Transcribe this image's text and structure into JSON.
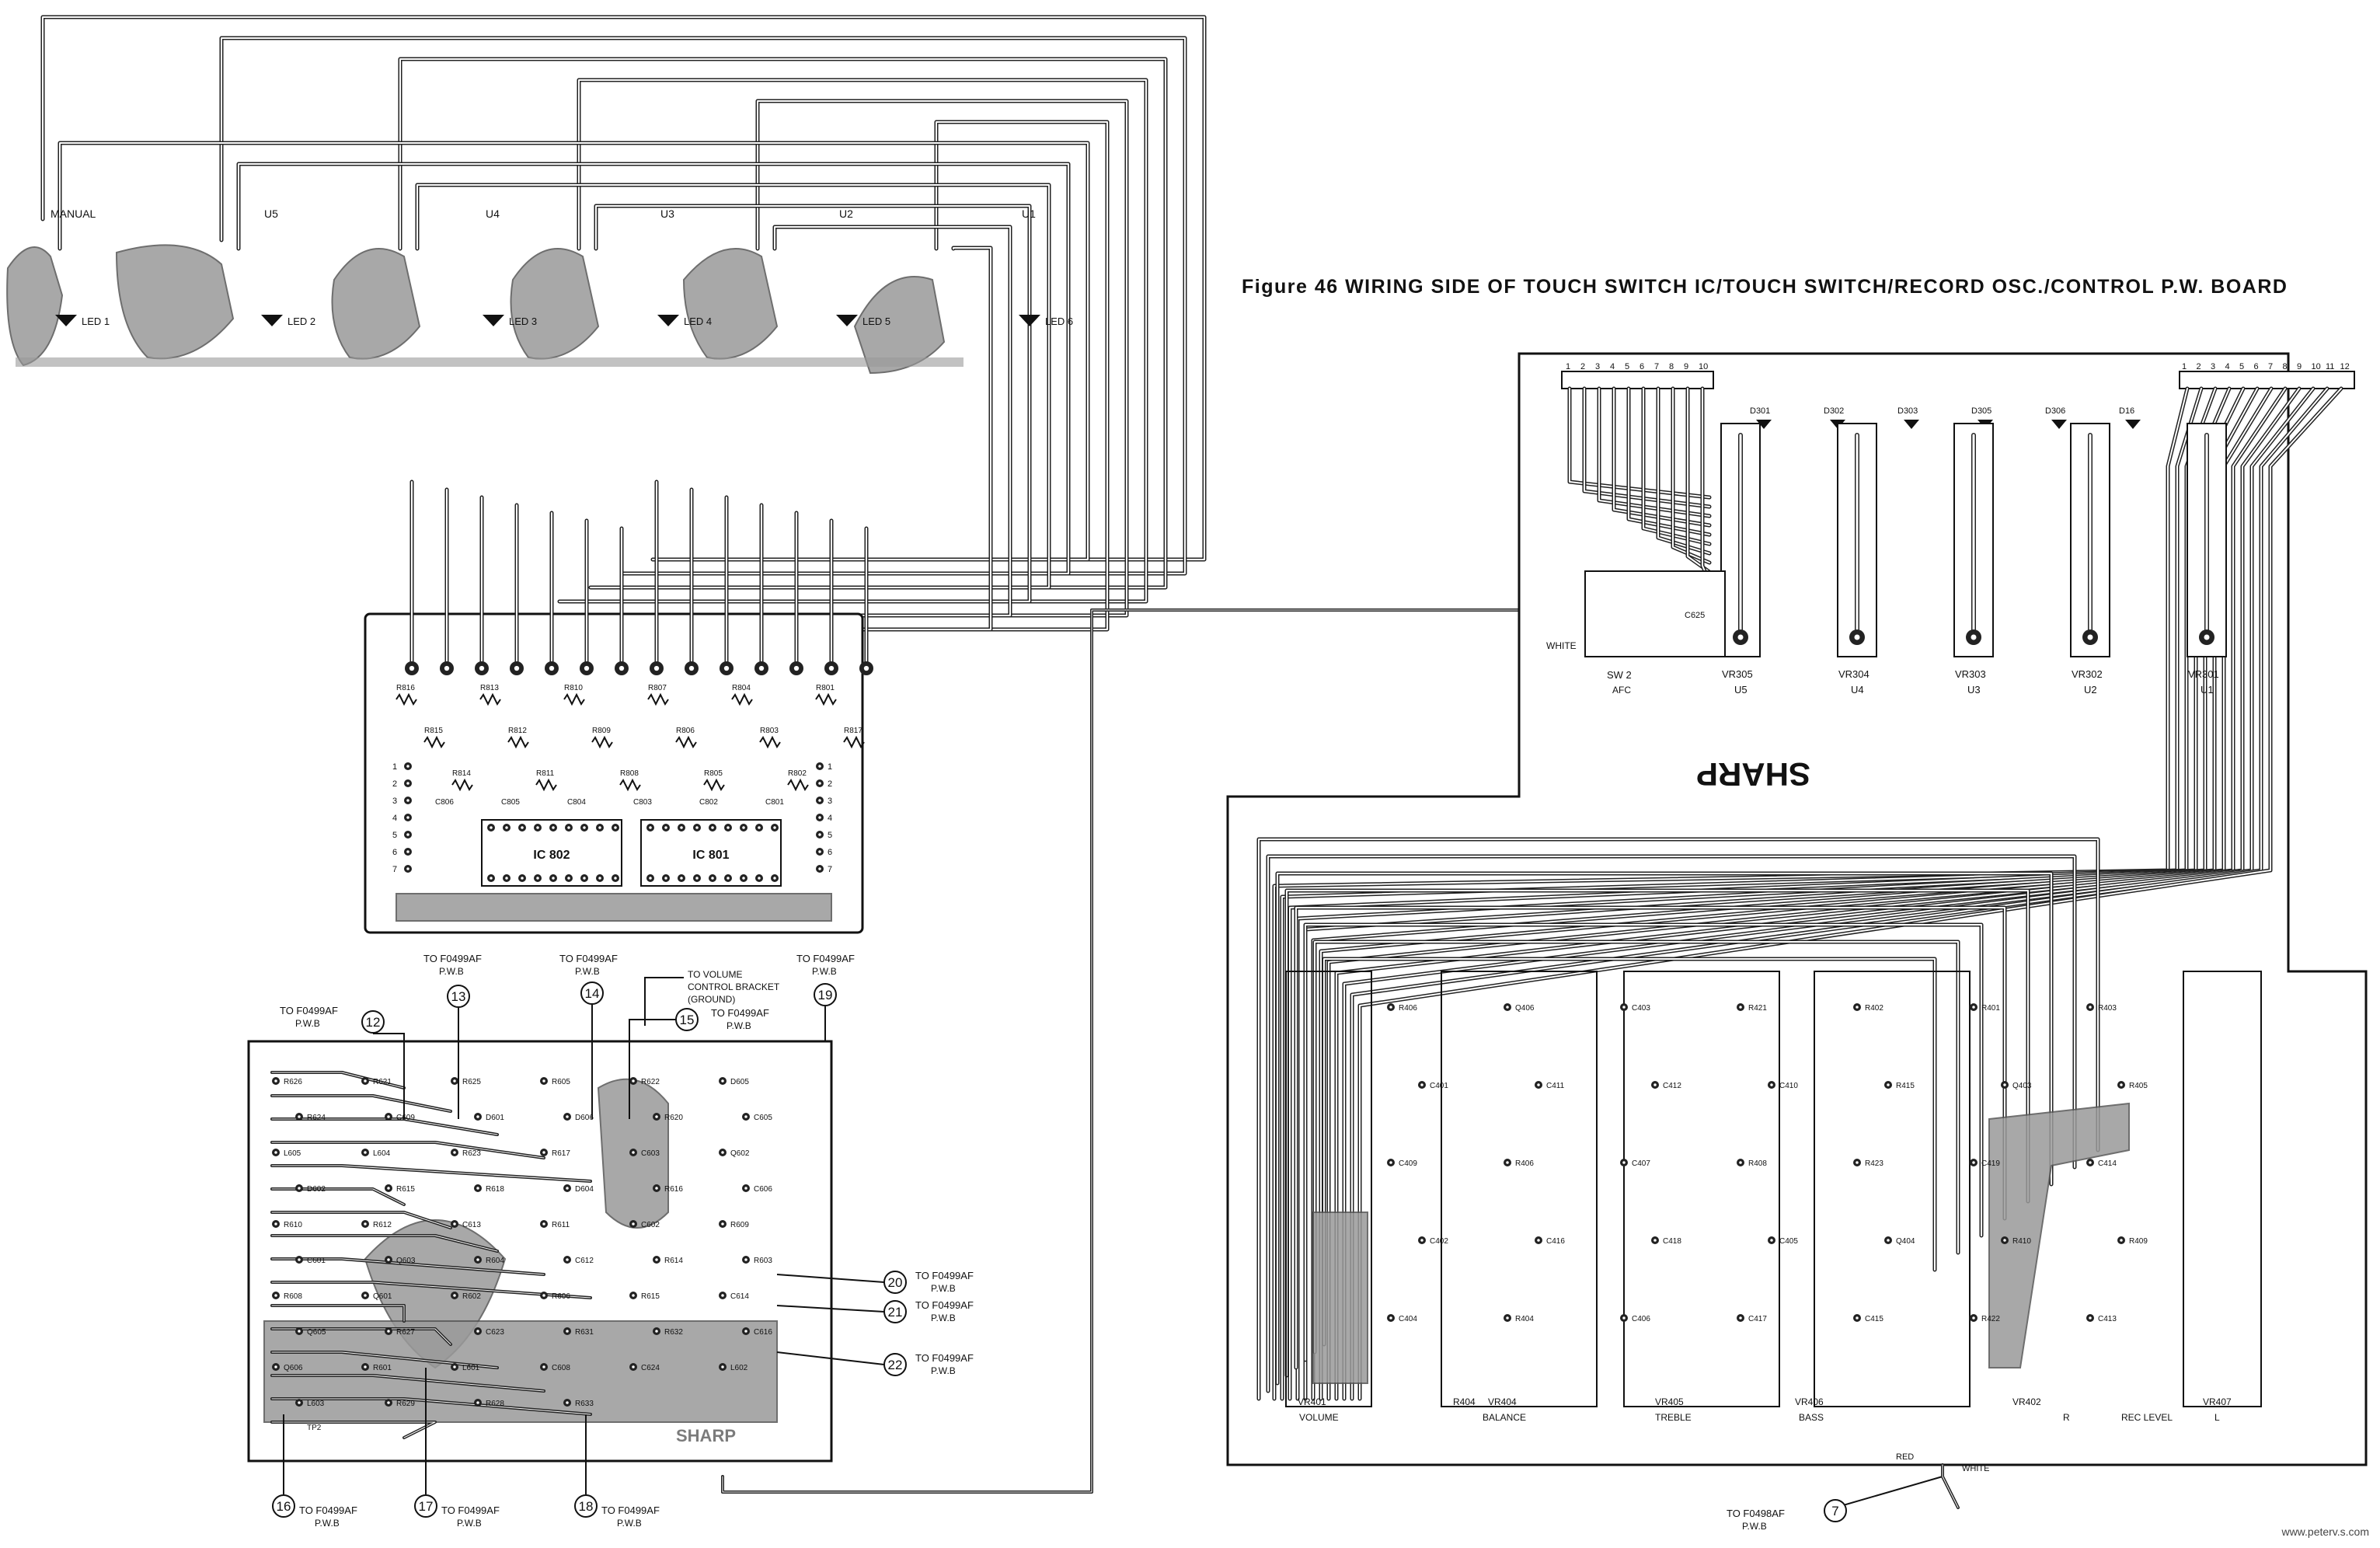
{
  "title": "Figure 46 WIRING SIDE OF TOUCH SWITCH IC/TOUCH SWITCH/RECORD OSC./CONTROL P.W. BOARD",
  "watermark": "www.peterv.s.com",
  "touch_switch": {
    "labels": [
      "MANUAL",
      "U5",
      "U4",
      "U3",
      "U2",
      "U1"
    ],
    "leds": [
      "LED 1",
      "LED 2",
      "LED 3",
      "LED 4",
      "LED 5",
      "LED 6"
    ]
  },
  "ic_board": {
    "ics": [
      "IC 802",
      "IC 801"
    ],
    "resistors": [
      "R816",
      "R815",
      "R814",
      "R813",
      "R812",
      "R811",
      "R810",
      "R809",
      "R808",
      "R807",
      "R806",
      "R805",
      "R804",
      "R803",
      "R802",
      "R801",
      "R817"
    ],
    "capacitors": [
      "C806",
      "C805",
      "C804",
      "C803",
      "C802",
      "C801"
    ],
    "pins_left": [
      "1",
      "2",
      "3",
      "4",
      "5",
      "6",
      "7"
    ],
    "pins_right": [
      "1",
      "2",
      "3",
      "4",
      "5",
      "6",
      "7"
    ]
  },
  "osc_board": {
    "components": [
      "R626",
      "R621",
      "R625",
      "R605",
      "R622",
      "D605",
      "R624",
      "C609",
      "D601",
      "D606",
      "R620",
      "C605",
      "L605",
      "L604",
      "R623",
      "R617",
      "C603",
      "Q602",
      "D602",
      "R615",
      "R618",
      "D604",
      "R616",
      "C606",
      "R610",
      "R612",
      "C613",
      "R611",
      "C602",
      "R609",
      "C601",
      "Q603",
      "R604",
      "C612",
      "R614",
      "R603",
      "R608",
      "Q601",
      "R602",
      "R606",
      "R615",
      "C614",
      "Q605",
      "R627",
      "C623",
      "R631",
      "R632",
      "C616",
      "Q606",
      "R601",
      "L601",
      "C608",
      "C624",
      "L602",
      "L603",
      "R629",
      "R628",
      "R633"
    ],
    "sharp": "SHARP",
    "tp": "TP2"
  },
  "control_board": {
    "connector_a_pins": [
      "1",
      "2",
      "3",
      "4",
      "5",
      "6",
      "7",
      "8",
      "9",
      "10"
    ],
    "connector_b_pins": [
      "1",
      "2",
      "3",
      "4",
      "5",
      "6",
      "7",
      "8",
      "9",
      "10",
      "11",
      "12"
    ],
    "diodes": [
      "D301",
      "D302",
      "D303",
      "D305",
      "D306",
      "D16"
    ],
    "vr_top": [
      "VR305",
      "VR304",
      "VR303",
      "VR302",
      "VR301"
    ],
    "u_top": [
      "U5",
      "U4",
      "U3",
      "U2",
      "U1"
    ],
    "sw2": "SW 2",
    "afc": "AFC",
    "white_top": "WHITE",
    "c625": "C625",
    "sharp": "SHARP",
    "components": [
      "R406",
      "Q406",
      "C403",
      "R421",
      "R402",
      "R401",
      "R403",
      "C401",
      "C411",
      "C412",
      "C410",
      "R415",
      "Q403",
      "R405",
      "C409",
      "R406",
      "C407",
      "R408",
      "R423",
      "C419",
      "C414",
      "C402",
      "C416",
      "C418",
      "C405",
      "Q404",
      "R410",
      "R409",
      "C404",
      "R404",
      "C406",
      "C417",
      "C415",
      "R422",
      "C413"
    ],
    "bottom_labels": [
      "VR401",
      "VOLUME",
      "R404",
      "VR404",
      "BALANCE",
      "VR405",
      "TREBLE",
      "VR406",
      "BASS",
      "VR402",
      "R",
      "REC LEVEL",
      "L",
      "VR407"
    ],
    "misc": [
      "WHITE",
      "RED",
      "L",
      "R"
    ]
  },
  "connections": [
    {
      "num": "12",
      "to": "TO F0499AF",
      "pwb": "P.W.B"
    },
    {
      "num": "13",
      "to": "TO F0499AF",
      "pwb": "P.W.B"
    },
    {
      "num": "14",
      "to": "TO F0499AF",
      "pwb": "P.W.B"
    },
    {
      "num": "15",
      "to": "TO F0499AF",
      "pwb": "P.W.B"
    },
    {
      "num": "16",
      "to": "TO F0499AF",
      "pwb": "P.W.B"
    },
    {
      "num": "17",
      "to": "TO F0499AF",
      "pwb": "P.W.B"
    },
    {
      "num": "18",
      "to": "TO F0499AF",
      "pwb": "P.W.B"
    },
    {
      "num": "19",
      "to": "TO F0499AF",
      "pwb": "P.W.B"
    },
    {
      "num": "20",
      "to": "TO F0499AF",
      "pwb": "P.W.B"
    },
    {
      "num": "21",
      "to": "TO F0499AF",
      "pwb": "P.W.B"
    },
    {
      "num": "22",
      "to": "TO F0499AF",
      "pwb": "P.W.B"
    },
    {
      "num": "7",
      "to": "TO F0498AF",
      "pwb": "P.W.B"
    }
  ],
  "volume_bracket": [
    "TO VOLUME",
    "CONTROL BRACKET",
    "(GROUND)"
  ]
}
